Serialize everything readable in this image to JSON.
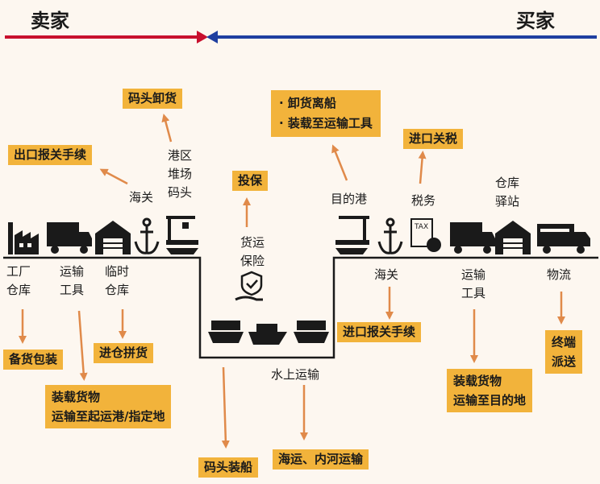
{
  "header": {
    "seller": "卖家",
    "buyer": "买家",
    "seller_color": "#c8102e",
    "buyer_color": "#1f3fa0"
  },
  "colors": {
    "box": "#f2b33b",
    "arrow": "#e08a4a",
    "line": "#1a1a1a"
  },
  "icons": [
    "factory-icon",
    "truck-icon",
    "warehouse-icon",
    "anchor-icon",
    "port-crane-icon",
    "insurance-shield-icon",
    "ship-icon",
    "tax-icon",
    "logistics-truck-icon"
  ],
  "labels": {
    "factory": [
      "工厂",
      "仓库"
    ],
    "transport": [
      "运输",
      "工具"
    ],
    "temp_warehouse": [
      "临时",
      "仓库"
    ],
    "customs_left": "海关",
    "port_yard": [
      "港区",
      "堆场",
      "码头"
    ],
    "insurance": [
      "货运",
      "保险"
    ],
    "water": "水上运输",
    "dest_port": "目的港",
    "tax": "税务",
    "warehouse_station": [
      "仓库",
      "驿站"
    ],
    "customs_right": "海关",
    "transport_right": [
      "运输",
      "工具"
    ],
    "logistics": "物流"
  },
  "boxes": {
    "unload_dock": "码头卸货",
    "export_customs": "出口报关手续",
    "insure": "投保",
    "unload_ship": "· 卸货离船",
    "load_tool": "· 装载至运输工具",
    "import_tax": "进口关税",
    "prepare": "备货包装",
    "load_goods": "装载货物",
    "ship_to_port": "运输至起运港/指定地",
    "consolidate": "进仓拼货",
    "dock_loading": "码头装船",
    "sea_river": "海运、内河运输",
    "import_customs": "进口报关手续",
    "load_goods_right": "装载货物",
    "ship_to_dest": "运输至目的地",
    "final_1": "终端",
    "final_2": "派送"
  }
}
